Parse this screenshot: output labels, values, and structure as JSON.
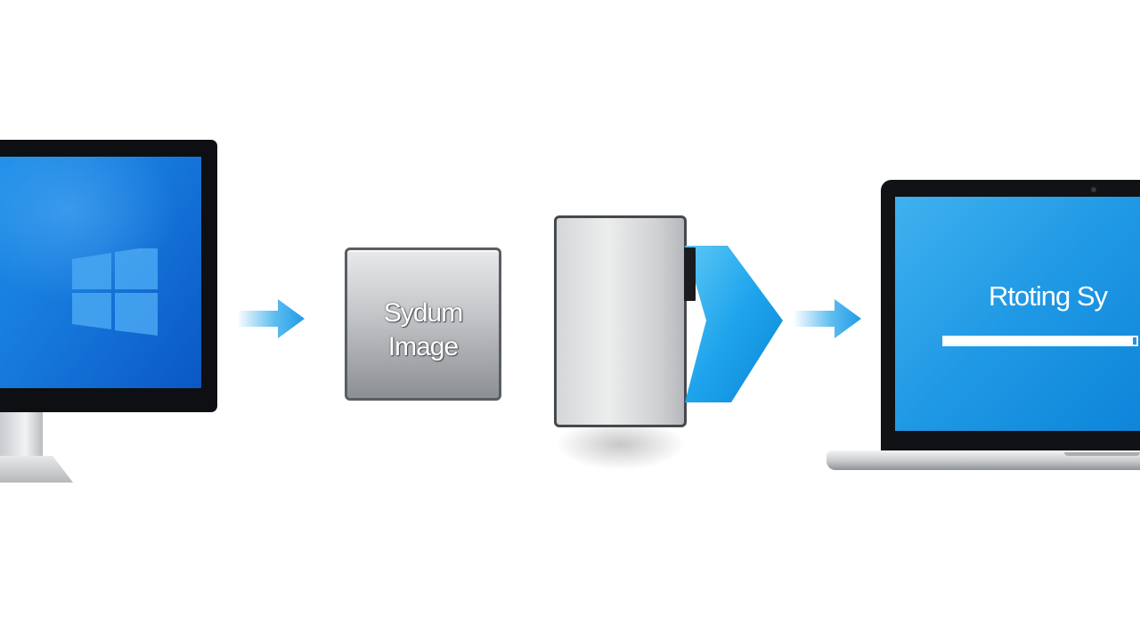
{
  "source_device": {
    "icon": "windows-logo-icon",
    "screen_color": "#1679dc"
  },
  "system_image": {
    "label": "Sydum\nImage",
    "box_color": "#b4b6b9"
  },
  "drive": {
    "icon": "external-drive-icon",
    "color": "#dfe0e2"
  },
  "target_device": {
    "status_text": "Rtoting Sy",
    "progress": 0.98,
    "screen_color": "#1f98e4"
  },
  "colors": {
    "accent": "#1aa3ec",
    "arrow": "#27a6ea"
  }
}
